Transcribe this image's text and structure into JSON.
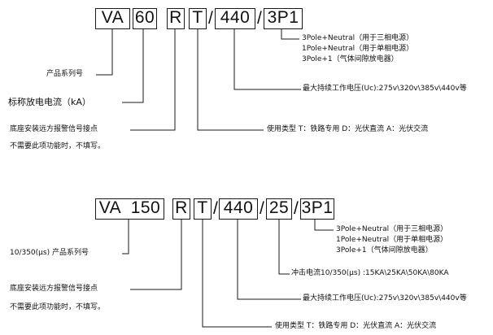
{
  "diagram1": {
    "boxes": [
      "VA",
      "60",
      "R",
      "T",
      "440",
      "3P1"
    ],
    "separators": [
      "/",
      "/"
    ],
    "labels": {
      "series": "产品系列号",
      "current": "标称放电电流（kA）",
      "remote_line1": "底座安装远方报警信号接点",
      "remote_line2": "不需要此项功能时，不填写。",
      "usage": "使用类型 T：铁路专用  D：光伏直流  A：光伏交流",
      "voltage": "最大持续工作电压(Uc):275v\\320v\\385v\\440v等",
      "pole1": "3Pole+Neutral（用于三相电源）",
      "pole2": "1Pole+Neutral（用于单相电源）",
      "pole3": "3Pole+1（气体间隙放电器）"
    }
  },
  "diagram2": {
    "boxes": [
      "VA  150",
      "R",
      "T",
      "440",
      "25",
      "3P1"
    ],
    "separators": [
      "/",
      "/",
      "/"
    ],
    "labels": {
      "series": "10/350(μs) 产品系列号",
      "remote_line1": "底座安装远方报警信号接点",
      "remote_line2": "不需要此项功能时，不填写。",
      "impulse": "冲击电流10/350(μs) :15KA\\25KA\\50KA\\80KA",
      "voltage": "最大持续工作电压(Uc):275v\\320v\\385v\\440v等",
      "usage": "使用类型 T：铁路专用  D：光伏直流  A：光伏交流",
      "pole1": "3Pole+Neutral（用于三相电源）",
      "pole2": "1Pole+Neutral（用于单相电源）",
      "pole3": "3Pole+1（气体间隙放电器）"
    }
  },
  "colors": {
    "line": "#1a1a1a",
    "text": "#111111"
  }
}
